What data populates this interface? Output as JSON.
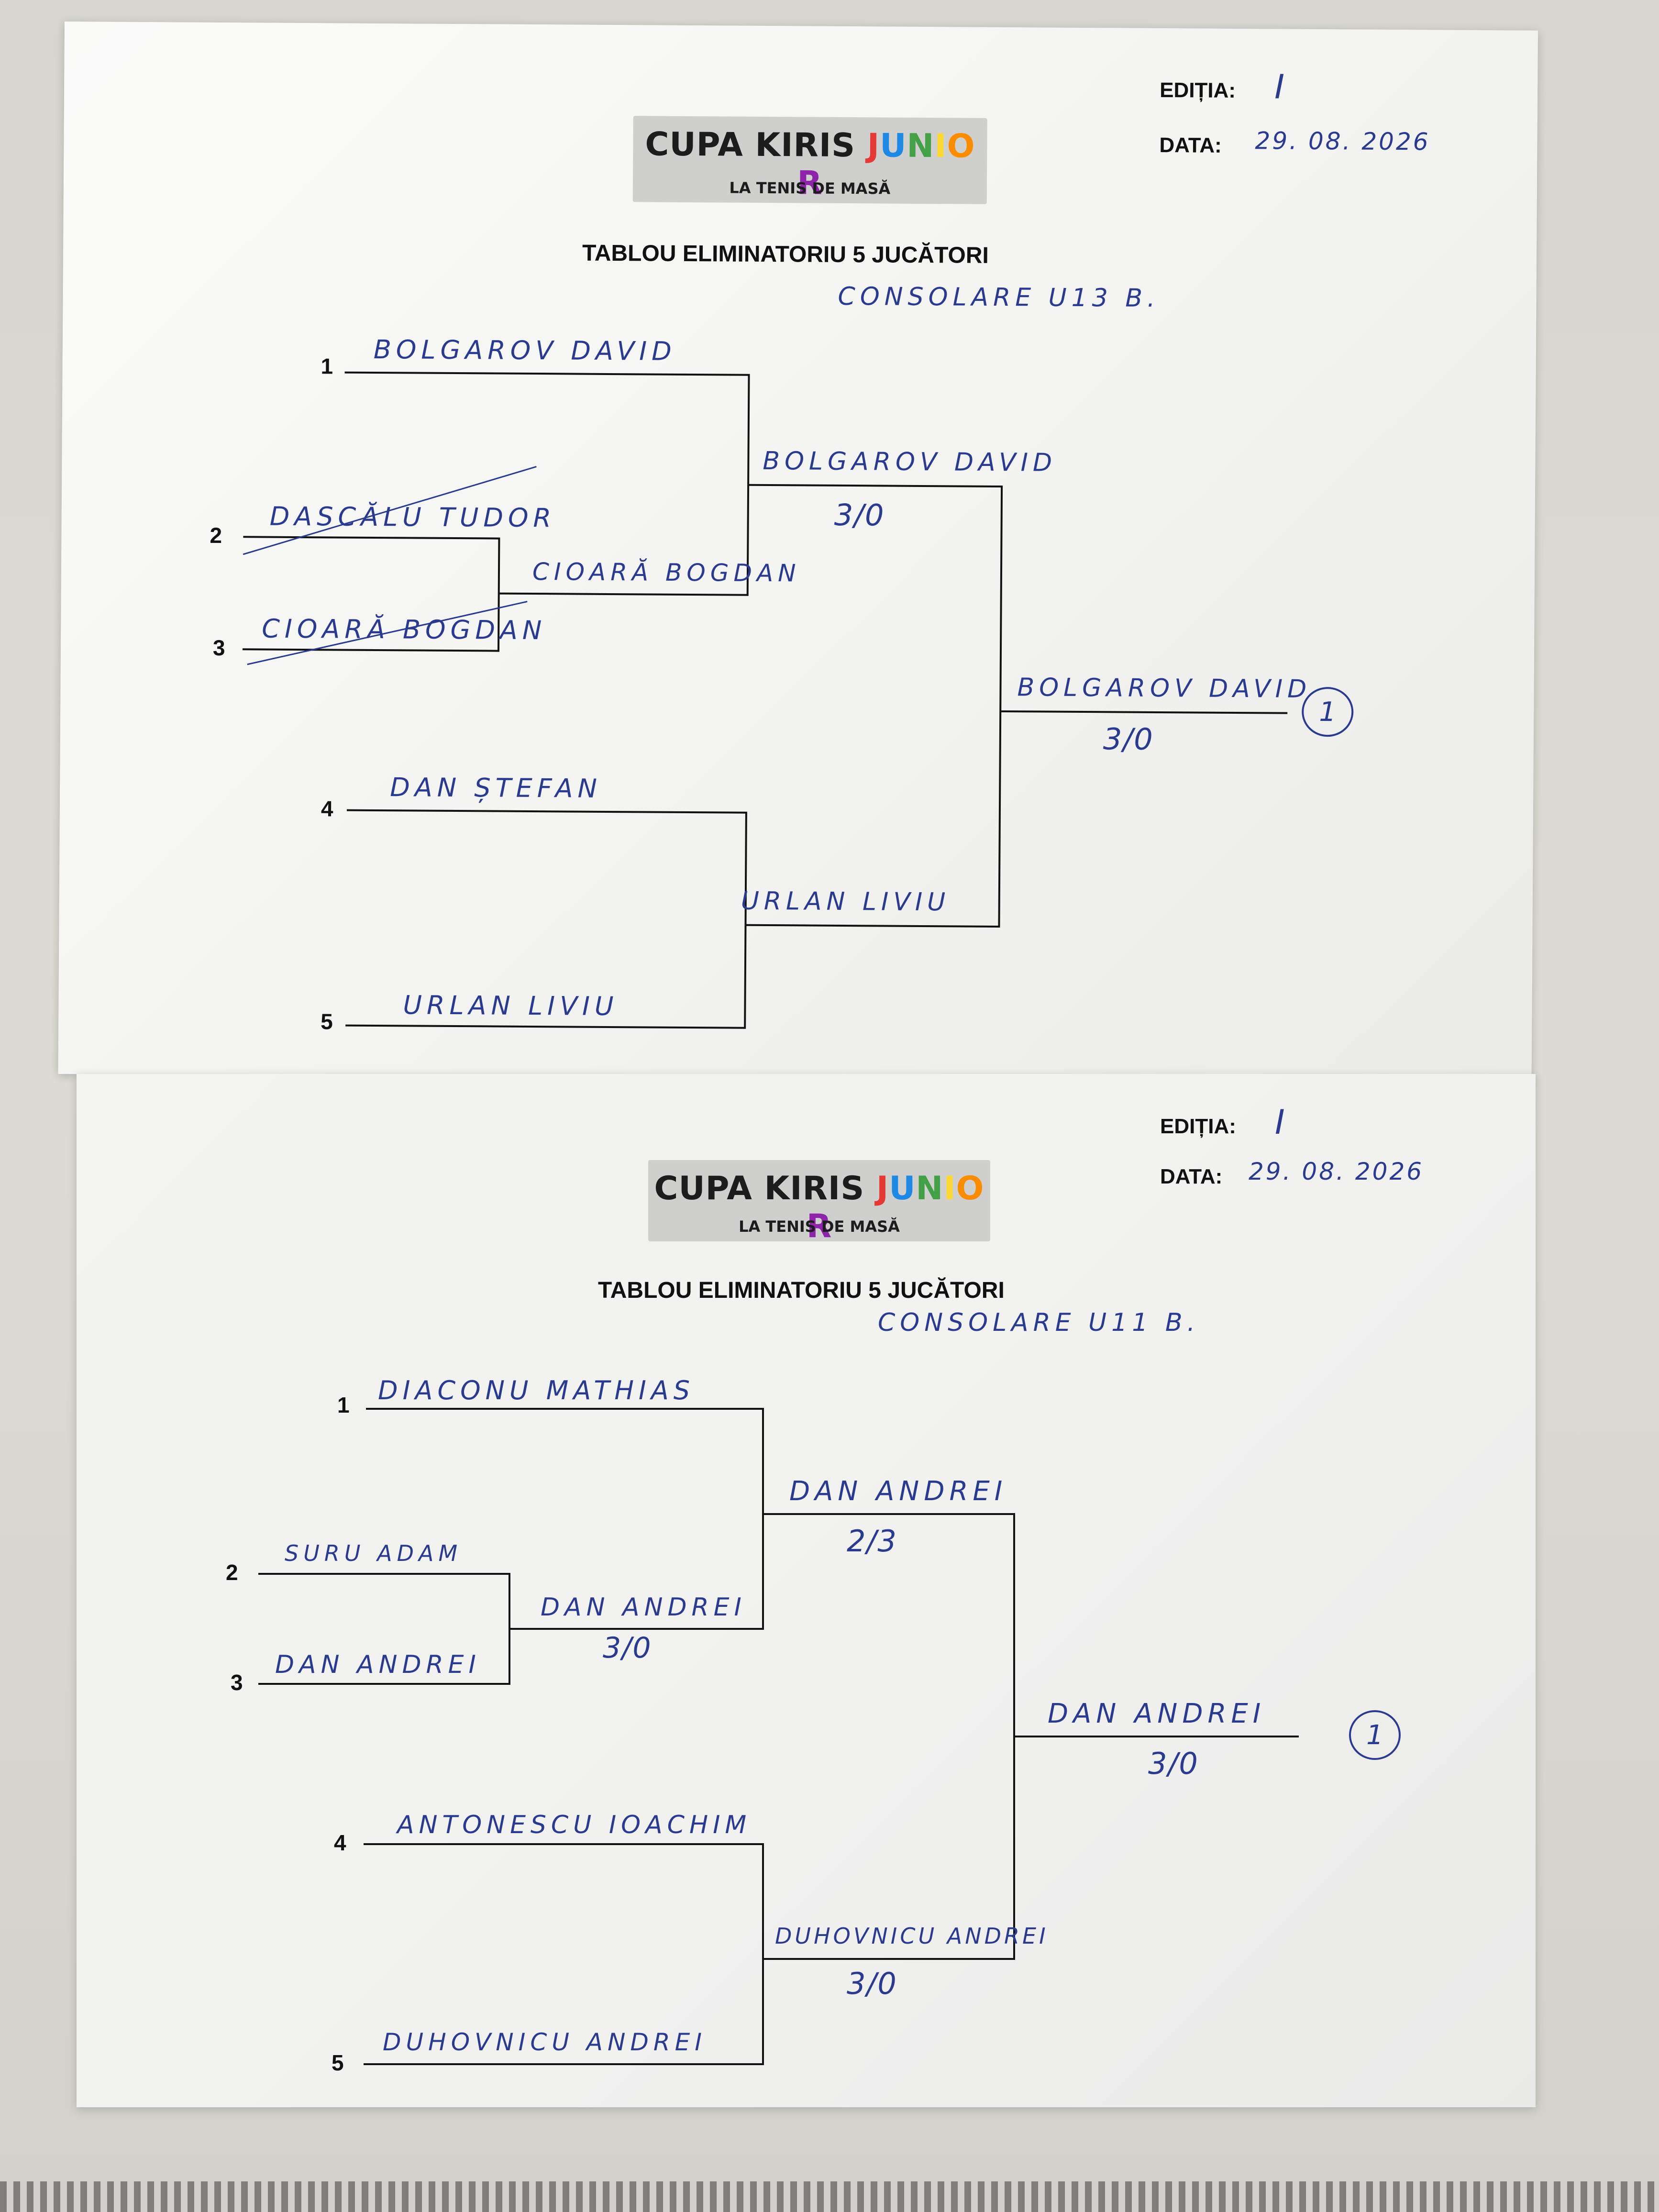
{
  "logo": {
    "brand_pre": "CUPA KIRIS ",
    "brand_junior": [
      "J",
      "U",
      "N",
      "I",
      "O",
      "R"
    ],
    "junior_colors": [
      "#e53935",
      "#1e88e5",
      "#43a047",
      "#fdd835",
      "#fb8c00",
      "#8e24aa"
    ],
    "subtitle": "LA TENIS DE MASĂ"
  },
  "labels": {
    "editia": "EDIȚIA:",
    "data": "DATA:"
  },
  "sheets": [
    {
      "editia_value": "I",
      "data_value": "29. 08. 2026",
      "title": "TABLOU ELIMINATORIU 5 JUCĂTORI",
      "category": "CONSOLARE   U13 B.",
      "seeds": [
        "1",
        "2",
        "3",
        "4",
        "5"
      ],
      "players": [
        "BOLGAROV  DAVID",
        "DASCĂLU  TUDOR",
        "CIOARĂ  BOGDAN",
        "DAN  ȘTEFAN",
        "URLAN  LIVIU"
      ],
      "round1_winner": "CIOARĂ  BOGDAN",
      "round1_score": "",
      "semi_top_winner": "BOLGAROV  DAVID",
      "semi_top_score": "3/0",
      "semi_bottom_winner": "URLAN  LIVIU",
      "semi_bottom_score": "",
      "final_winner": "BOLGAROV  DAVID",
      "final_score": "3/0",
      "place": "1"
    },
    {
      "editia_value": "I",
      "data_value": "29. 08. 2026",
      "title": "TABLOU ELIMINATORIU 5 JUCĂTORI",
      "category": "CONSOLARE    U11  B.",
      "seeds": [
        "1",
        "2",
        "3",
        "4",
        "5"
      ],
      "players": [
        "DIACONU  MATHIAS",
        "SURU  ADAM",
        "DAN  ANDREI",
        "ANTONESCU  IOACHIM",
        "DUHOVNICU  ANDREI"
      ],
      "round1_winner": "DAN  ANDREI",
      "round1_score": "3/0",
      "semi_top_winner": "DAN  ANDREI",
      "semi_top_score": "2/3",
      "semi_bottom_winner": "DUHOVNICU  ANDREI",
      "semi_bottom_score": "3/0",
      "final_winner": "DAN  ANDREI",
      "final_score": "3/0",
      "place": "1"
    }
  ]
}
